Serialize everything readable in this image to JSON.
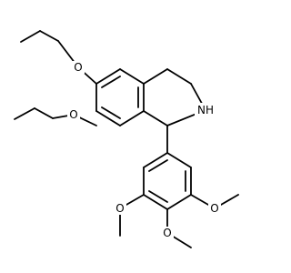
{
  "atom_labels": {
    "o_ethoxy_upper": "O",
    "o_ethoxy_lower": "O",
    "nh": "NH",
    "o_methoxy_left": "O",
    "o_methoxy_right": "O",
    "o_methoxy_bottom": "O"
  }
}
